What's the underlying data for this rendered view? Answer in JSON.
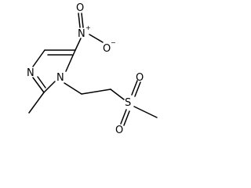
{
  "molecule": {
    "atoms": {
      "nitro_n": "N",
      "nitro_n_charge": "+",
      "nitro_o_top": "O",
      "nitro_o_right": "O",
      "nitro_o_charge": "−",
      "ring_n3": "N",
      "ring_n1": "N",
      "sulfonyl_s": "S",
      "sulfonyl_o_top": "O",
      "sulfonyl_o_bottom": "O"
    }
  }
}
